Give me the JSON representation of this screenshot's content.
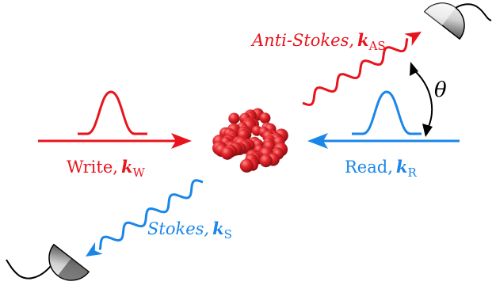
{
  "labels": {
    "write": {
      "name": "Write,",
      "vector": "k",
      "sub": "W"
    },
    "read": {
      "name": "Read,",
      "vector": "k",
      "sub": "R"
    },
    "stokes": {
      "name": "Stokes,",
      "vector": "k",
      "sub": "S"
    },
    "anti_stokes": {
      "name": "Anti-Stokes,",
      "vector": "k",
      "sub": "AS"
    },
    "angle": "θ"
  },
  "colors": {
    "write": "#e8141d",
    "read": "#1a86e8",
    "cloud": "#e01f24",
    "angle_arrow": "#000000",
    "detector_dark": "#3a3a3a",
    "detector_light": "#f2f2f2"
  }
}
